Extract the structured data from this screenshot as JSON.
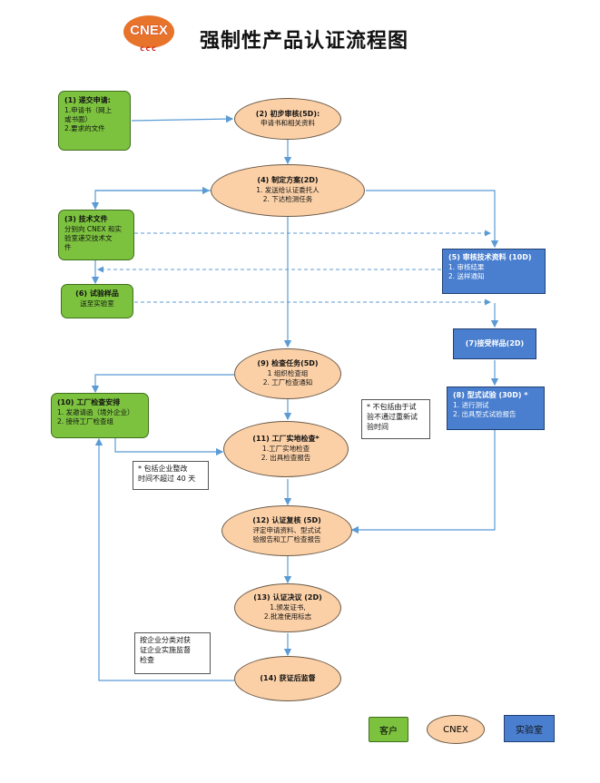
{
  "header": {
    "logo_text": "CNEX",
    "logo_sub": "CCC",
    "title": "强制性产品认证流程图"
  },
  "nodes": {
    "n1": {
      "title": "(1) 递交申请:",
      "lines": [
        "1.申请书（网上",
        "或书面）",
        "2.要求的文件"
      ]
    },
    "n2": {
      "title": "(2) 初步审核(5D):",
      "lines": [
        "申请书和相关资料"
      ]
    },
    "n4": {
      "title": "(4) 制定方案(2D)",
      "lines": [
        "1.    发送给认证委托人",
        "2.    下达检测任务"
      ]
    },
    "n3": {
      "title": "(3) 技术文件",
      "lines": [
        "分别向 CNEX 和实",
        "验室递交技术文",
        "件"
      ]
    },
    "n5": {
      "title": "(5) 审核技术资料 (10D)",
      "lines": [
        "1. 审核结果",
        "2. 送样通知"
      ]
    },
    "n6": {
      "title": "(6) 试验样品",
      "lines": [
        "送至实验室"
      ]
    },
    "n7": {
      "title": "(7)接受样品(2D)",
      "lines": []
    },
    "n9": {
      "title": "(9) 检查任务(5D)",
      "lines": [
        "1  组织检查组",
        "2.   工厂检查通知"
      ]
    },
    "n10": {
      "title": "(10) 工厂检查安排",
      "lines": [
        "1. 发邀请函（境外企业）",
        "2. 接待工厂检查组"
      ]
    },
    "n8": {
      "title": "(8) 型式试验 (30D) *",
      "lines": [
        "1.    进行测试",
        "2.    出具型式试验报告"
      ]
    },
    "n11": {
      "title": "(11) 工厂实地检查*",
      "lines": [
        "1.工厂实地检查",
        "2.    出具检查报告"
      ]
    },
    "n12": {
      "title": "(12) 认证复核 (5D)",
      "lines": [
        "评定申请资料、型式试",
        "验报告和工厂检查报告"
      ]
    },
    "n13": {
      "title": "(13) 认证决议 (2D)",
      "lines": [
        "1.颁发证书,",
        "2.批准使用标志"
      ]
    },
    "n14": {
      "title": "(14) 获证后监督",
      "lines": []
    }
  },
  "notes": {
    "note_test": [
      "*  不包括由于试",
      "验不通过重新试",
      "验时间"
    ],
    "note_rect": [
      "*  包括企业整改",
      "时间不超过 40 天"
    ],
    "note_supervise": [
      "按企业分类对获",
      "证企业实施监督",
      "检查"
    ]
  },
  "legend": {
    "customer": "客户",
    "cnex": "CNEX",
    "lab": "实验室"
  },
  "colors": {
    "customer": "#7cc23f",
    "cnex": "#fbd0a7",
    "lab": "#4a7fcf",
    "arrow": "#5b9bd5"
  }
}
